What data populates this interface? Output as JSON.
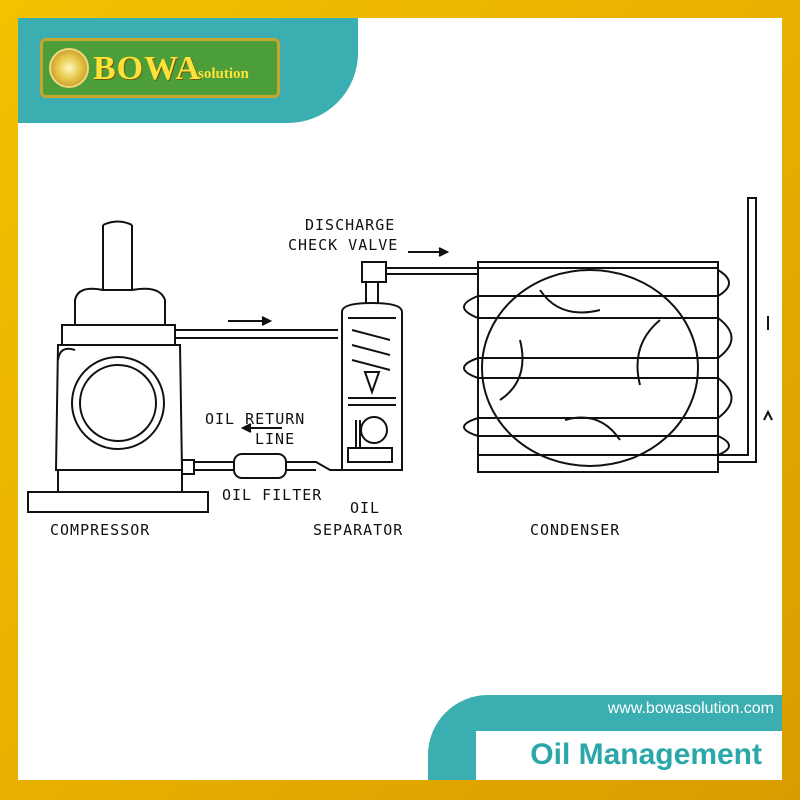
{
  "brand": {
    "name": "BOWA",
    "suffix": "solution"
  },
  "website": "www.bowasolution.com",
  "title": "Oil Management",
  "labels": {
    "discharge": "DISCHARGE",
    "check_valve": "CHECK VALVE",
    "oil_return": "OIL RETURN",
    "line": "LINE",
    "oil_filter": "OIL FILTER",
    "compressor": "COMPRESSOR",
    "oil": "OIL",
    "separator": "SEPARATOR",
    "condenser": "CONDENSER"
  },
  "colors": {
    "frame": "#e8b800",
    "teal": "#3aaeb0",
    "title": "#2aa7a9",
    "logo_bg": "#4c9e3a",
    "logo_text": "#ffe13a"
  }
}
